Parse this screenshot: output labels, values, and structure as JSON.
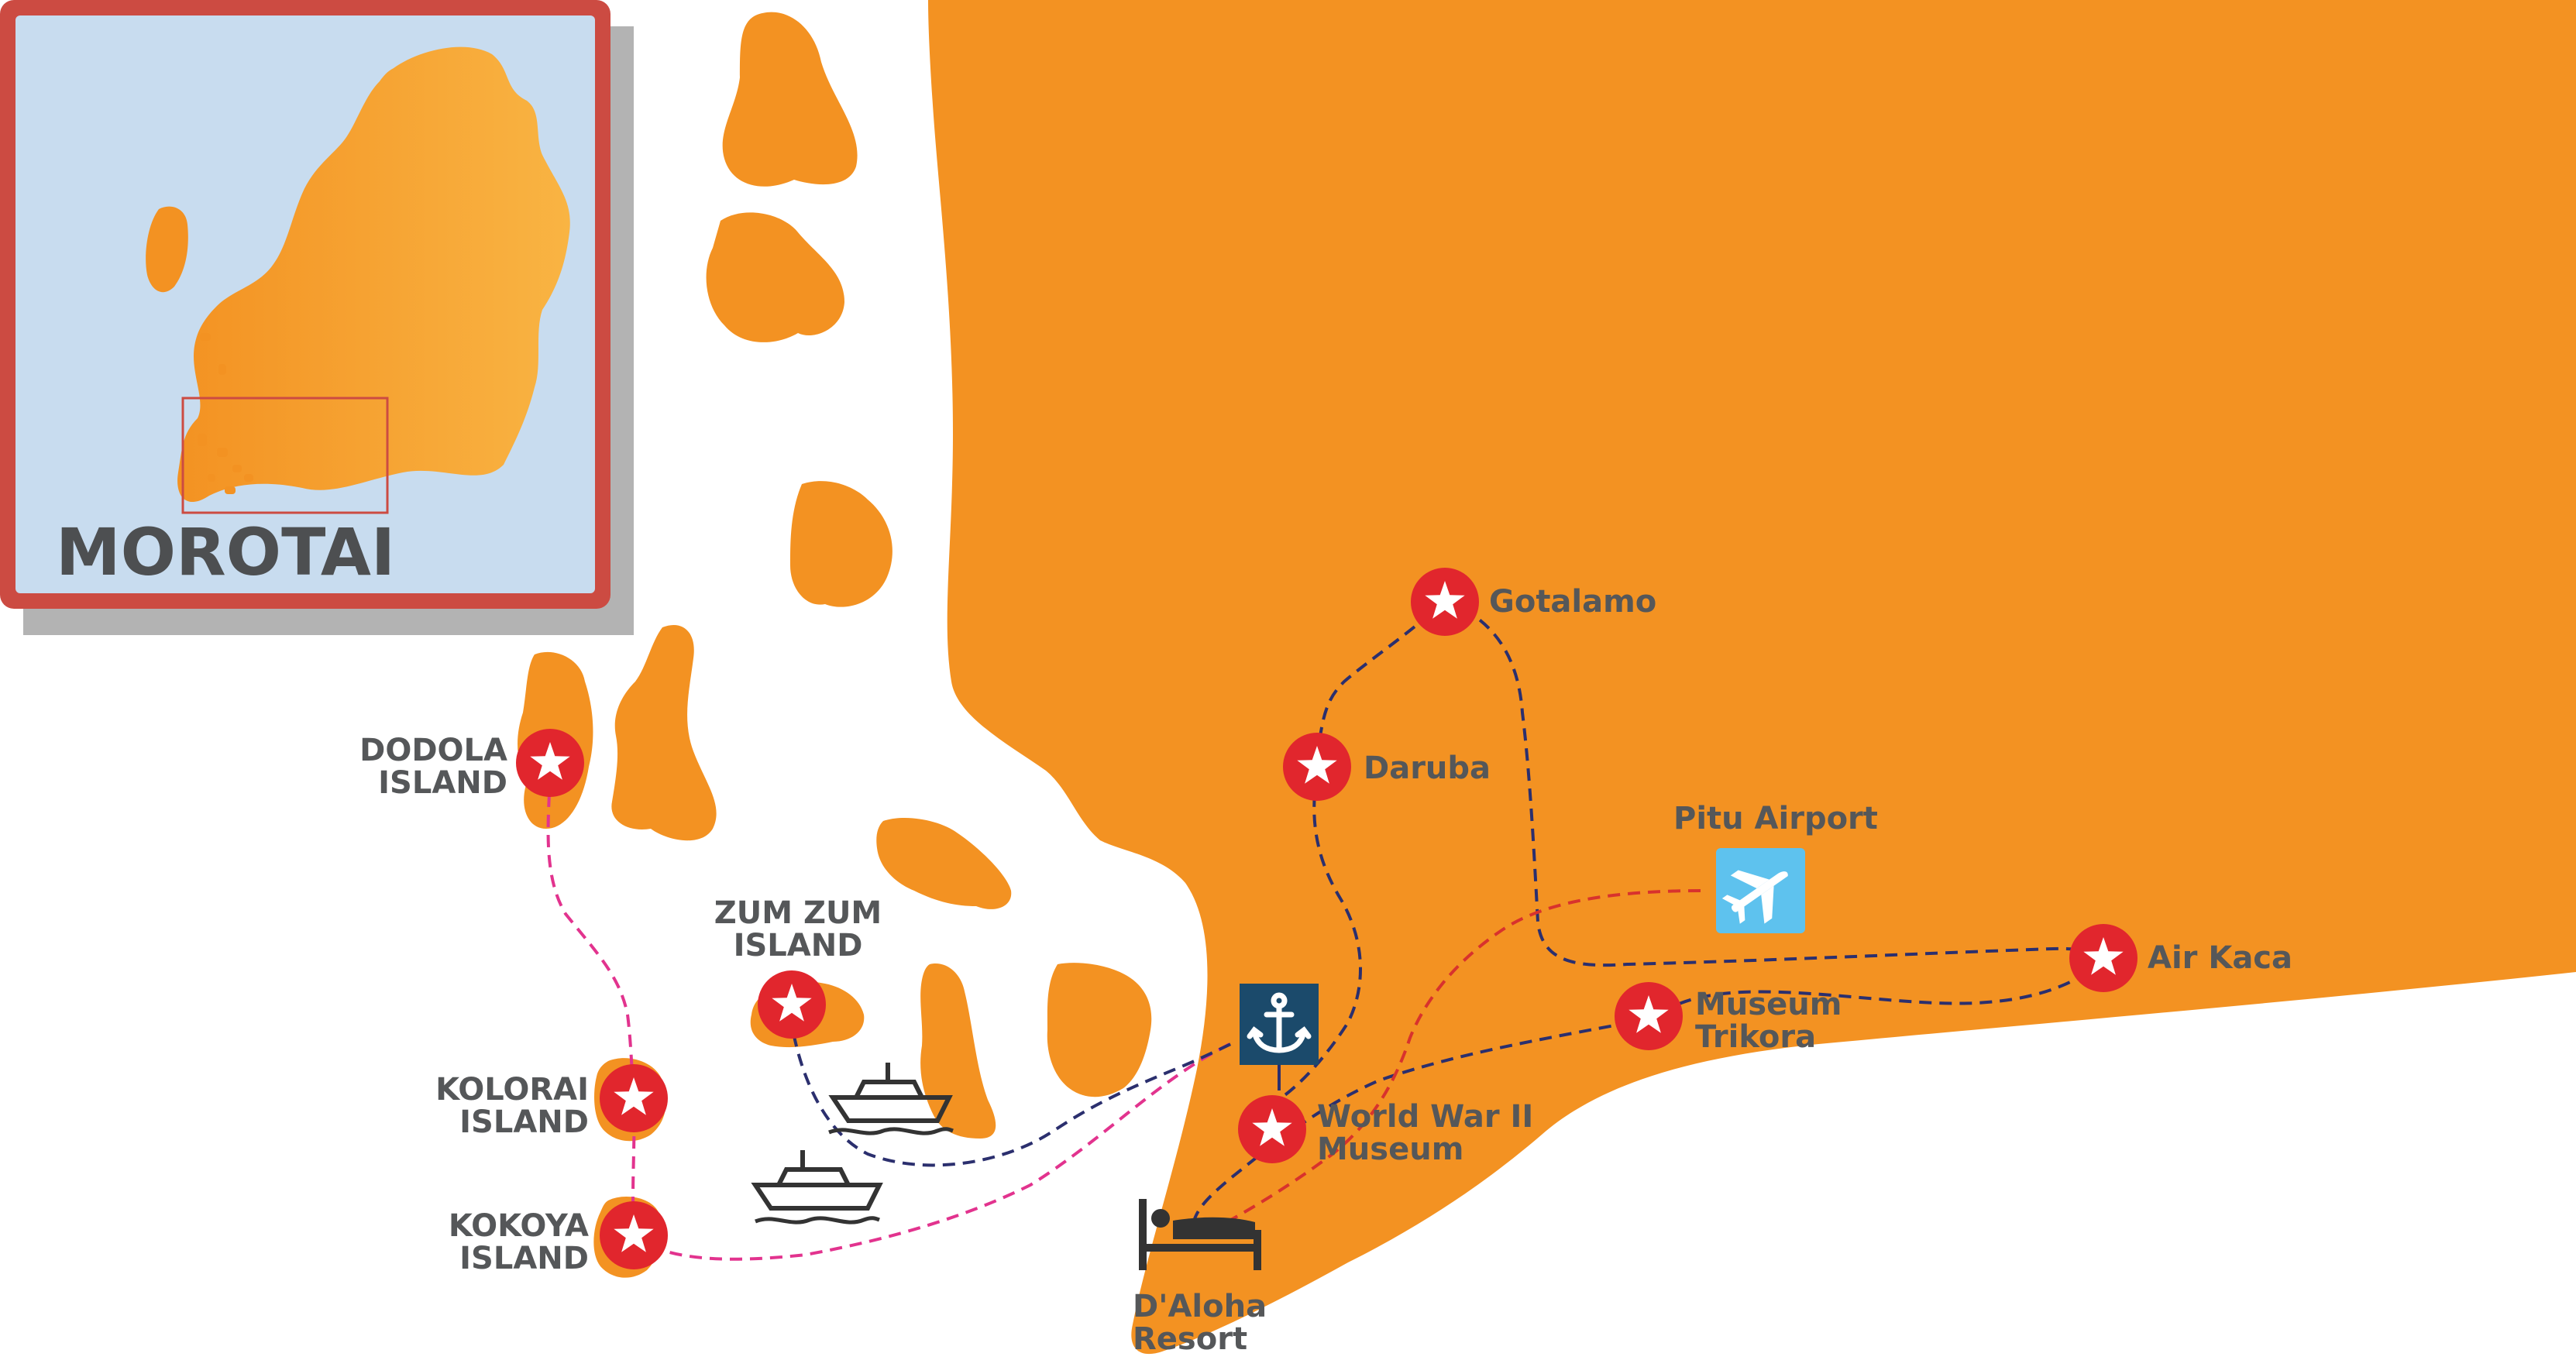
{
  "inset": {
    "title": "MOROTAI"
  },
  "places": [
    {
      "id": "gotalamo",
      "label_lines": [
        "Gotalamo"
      ]
    },
    {
      "id": "daruba",
      "label_lines": [
        "Daruba"
      ]
    },
    {
      "id": "pitu-airport",
      "label_lines": [
        "Pitu Airport"
      ]
    },
    {
      "id": "air-kaca",
      "label_lines": [
        "Air Kaca"
      ]
    },
    {
      "id": "museum-trikora",
      "label_lines": [
        "Museum",
        "Trikora"
      ]
    },
    {
      "id": "world-war-ii-museum",
      "label_lines": [
        "World War II",
        "Museum"
      ]
    },
    {
      "id": "daloha-resort",
      "label_lines": [
        "D'Aloha",
        "Resort"
      ]
    },
    {
      "id": "dodola-island",
      "label_lines": [
        "DODOLA",
        "ISLAND"
      ]
    },
    {
      "id": "zum-zum-island",
      "label_lines": [
        "ZUM ZUM",
        "ISLAND"
      ]
    },
    {
      "id": "kolorai-island",
      "label_lines": [
        "KOLORAI",
        "ISLAND"
      ]
    },
    {
      "id": "kokoya-island",
      "label_lines": [
        "KOKOYA",
        "ISLAND"
      ]
    }
  ],
  "icons": {
    "star_marker": "star-marker-icon",
    "airport": "airplane-icon",
    "harbor": "anchor-icon",
    "resort": "bed-icon",
    "boat": "boat-icon"
  },
  "colors": {
    "land": "#f39222",
    "land_light": "#f7ad45",
    "water": "#c8dcef",
    "marker_red": "#e1262d",
    "inset_border": "#cc4b42",
    "route_pink": "#e2338e",
    "route_navy": "#2b2f6e",
    "route_red": "#d8322d",
    "anchor_bg": "#1b4a6b",
    "airport_bg": "#5ec2ee",
    "label": "#555759"
  }
}
